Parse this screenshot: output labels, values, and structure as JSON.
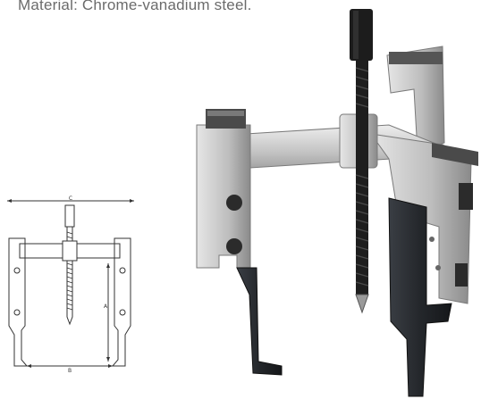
{
  "caption": "Material: Chrome-vanadium steel.",
  "diagram": {
    "dim_c": "C",
    "dim_a": "A",
    "dim_b": "B"
  },
  "photo": {
    "subject": "two-arm-puller-photo"
  },
  "colors": {
    "steel_light": "#d9d9d9",
    "steel_mid": "#a8a8a8",
    "steel_dark": "#6e6e6e",
    "jaw_black": "#2a2d31",
    "spindle": "#1e1e1e"
  }
}
